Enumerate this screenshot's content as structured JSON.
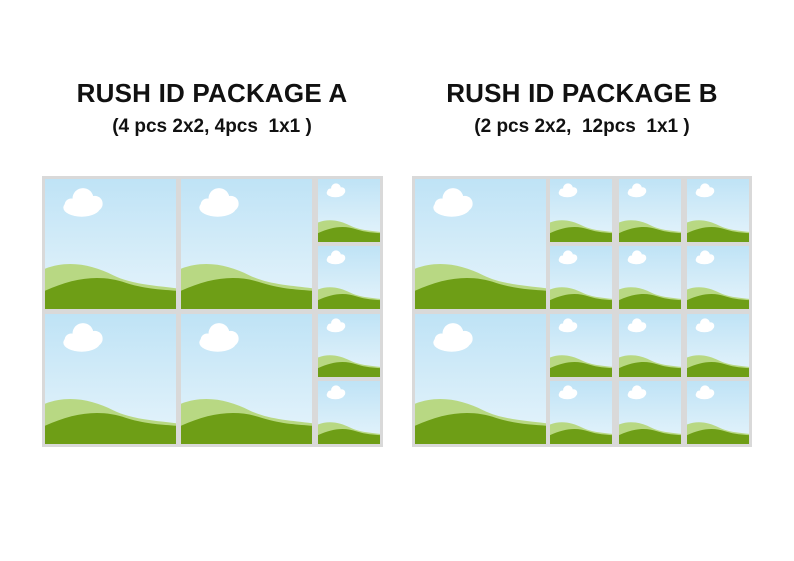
{
  "packages": [
    {
      "title": "RUSH ID PACKAGE A",
      "subtitle": "(4 pcs 2x2, 4pcs  1x1 )"
    },
    {
      "title": "RUSH ID PACKAGE B",
      "subtitle": "(2 pcs 2x2,  12pcs  1x1 )"
    }
  ],
  "colors": {
    "sheet": "#d9d9d9",
    "sky_top": "#bfe3f6",
    "sky_bottom": "#e6f4fb",
    "cloud": "#ffffff",
    "hill_light": "#b8d883",
    "hill_dark": "#6e9e16"
  }
}
